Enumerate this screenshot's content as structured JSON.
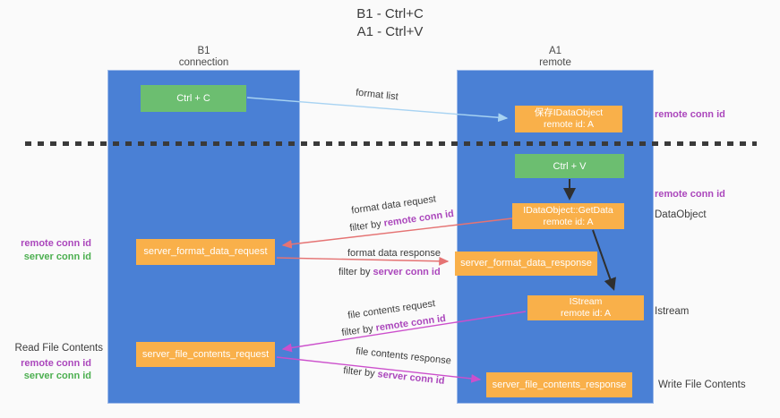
{
  "title": {
    "line1": "B1 - Ctrl+C",
    "line2": "A1 - Ctrl+V"
  },
  "lifelines": {
    "left": {
      "name": "B1",
      "role": "connection"
    },
    "right": {
      "name": "A1",
      "role": "remote"
    }
  },
  "nodes": {
    "ctrl_c": {
      "label": "Ctrl + C"
    },
    "ctrl_v": {
      "label": "Ctrl + V"
    },
    "store_idataobject": {
      "line1": "保存IDataObject",
      "line2": "remote id: A"
    },
    "getdata": {
      "line1": "IDataObject::GetData",
      "line2": "remote id: A"
    },
    "istream": {
      "line1": "IStream",
      "line2": "remote id: A"
    },
    "format_request": {
      "label": "server_format_data_request"
    },
    "format_response": {
      "label": "server_format_data_response"
    },
    "file_request": {
      "label": "server_file_contents_request"
    },
    "file_response": {
      "label": "server_file_contents_response"
    }
  },
  "arrows": {
    "format_list": {
      "label": "format list"
    },
    "format_data_request": {
      "label": "format data request",
      "filter_prefix": "filter by ",
      "filter_key": "remote conn id"
    },
    "format_data_response": {
      "label": "format data response",
      "filter_prefix": "filter by ",
      "filter_key": "server conn id"
    },
    "file_contents_request": {
      "label": "file contents request",
      "filter_prefix": "filter by ",
      "filter_key": "remote conn id"
    },
    "file_contents_response": {
      "label": "file contents response",
      "filter_prefix": "filter by ",
      "filter_key": "server conn id"
    }
  },
  "side_labels": {
    "right_remote_conn_top": "remote conn id",
    "right_remote_conn_mid": "remote conn id",
    "dataobject": "DataObject",
    "istream": "Istream",
    "write_file_contents": "Write File Contents",
    "read_file_contents": "Read File Contents",
    "left_remote_conn_top": "remote conn id",
    "left_server_conn_top": "server conn id",
    "left_remote_conn_bottom": "remote conn id",
    "left_server_conn_bottom": "server conn id"
  },
  "colors": {
    "background": "#fafafa",
    "lifeline_blue": "#4a80d5",
    "node_green": "#6cbe70",
    "node_orange": "#f9b04a",
    "label_purple": "#ab47bc",
    "label_green": "#4caf50",
    "arrow_lightblue": "#a8d3f2",
    "arrow_red": "#e57373",
    "arrow_magenta": "#cc4fcc",
    "arrow_black": "#2f2f2f"
  }
}
